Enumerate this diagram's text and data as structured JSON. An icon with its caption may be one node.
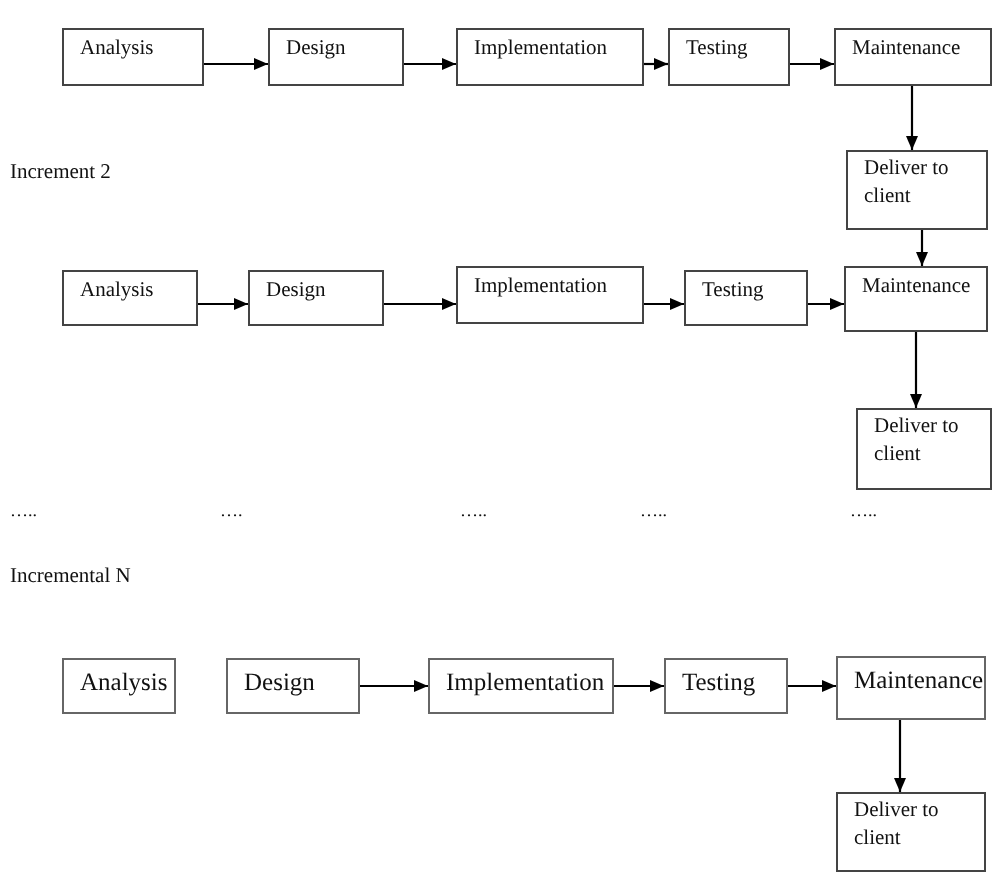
{
  "diagram": {
    "nodes": [
      {
        "text": [
          "Analysis"
        ]
      },
      {
        "text": [
          "Design"
        ]
      },
      {
        "text": [
          "Implementation"
        ]
      },
      {
        "text": [
          "Testing"
        ]
      },
      {
        "text": [
          "Maintenance"
        ]
      },
      {
        "text": [
          "Deliver to client"
        ]
      },
      {
        "text": [
          "Analysis"
        ]
      },
      {
        "text": [
          "Design"
        ]
      },
      {
        "text": [
          "Implementation"
        ]
      },
      {
        "text": [
          "Testing"
        ]
      },
      {
        "text": [
          "Maintenance"
        ]
      },
      {
        "text": [
          "Deliver to client"
        ]
      },
      {
        "text": [
          "Analysis"
        ]
      },
      {
        "text": [
          "Design"
        ]
      },
      {
        "text": [
          "Implementation"
        ]
      },
      {
        "text": [
          "Testing"
        ]
      },
      {
        "text": [
          "Maintenance"
        ]
      },
      {
        "text": [
          "Deliver to client"
        ]
      }
    ],
    "edges": [
      {
        "from": 0,
        "to": 1,
        "arrow": "to"
      },
      {
        "from": 1,
        "to": 2,
        "arrow": "to"
      },
      {
        "from": 2,
        "to": 3,
        "arrow": "to"
      },
      {
        "from": 3,
        "to": 4,
        "arrow": "to"
      },
      {
        "from": 4,
        "to": 5,
        "arrow": "to"
      },
      {
        "from": 5,
        "to": 10,
        "arrow": "to"
      },
      {
        "from": 6,
        "to": 7,
        "arrow": "to"
      },
      {
        "from": 7,
        "to": 8,
        "arrow": "to"
      },
      {
        "from": 8,
        "to": 9,
        "arrow": "to"
      },
      {
        "from": 9,
        "to": 10,
        "arrow": "to"
      },
      {
        "from": 10,
        "to": 11,
        "arrow": "to"
      },
      {
        "from": 13,
        "to": 14,
        "arrow": "to"
      },
      {
        "from": 14,
        "to": 15,
        "arrow": "to"
      },
      {
        "from": 15,
        "to": 16,
        "arrow": "to"
      },
      {
        "from": 16,
        "to": 17,
        "arrow": "to"
      }
    ],
    "labels": [
      "Increment 2",
      "…..",
      "….",
      "…..",
      "…..",
      "…..",
      "Incremental N"
    ]
  }
}
